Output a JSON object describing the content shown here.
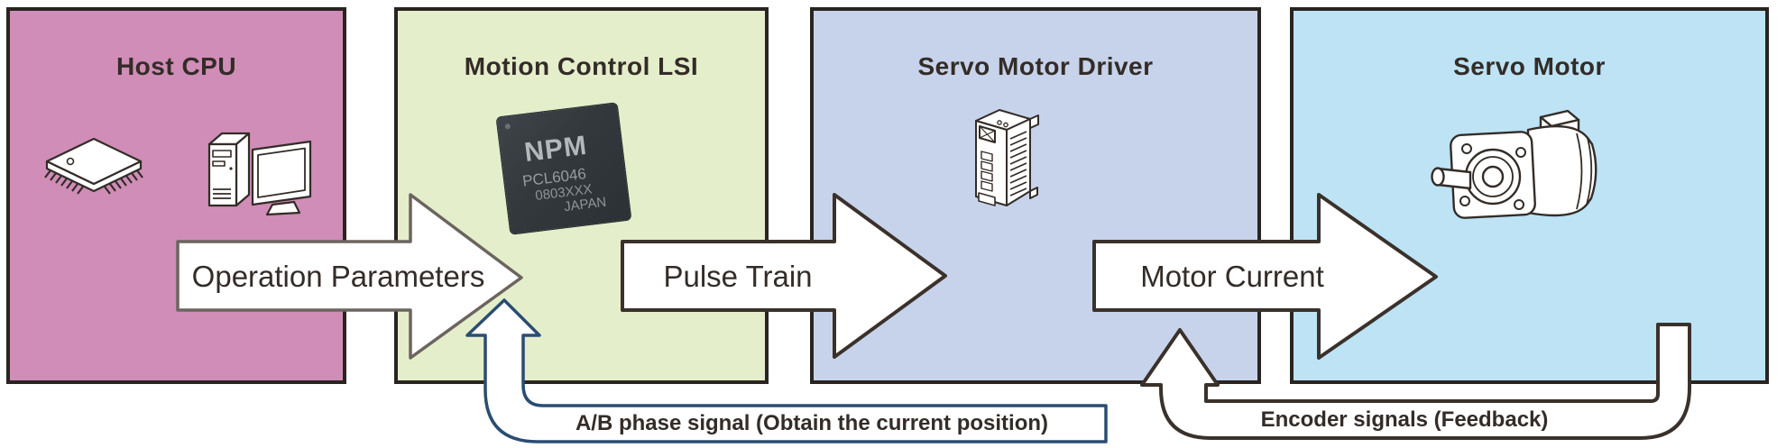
{
  "page": {
    "background": "#ffffff"
  },
  "boxes": [
    {
      "id": "host-cpu",
      "title": "Host CPU",
      "fill": "#cf8db7"
    },
    {
      "id": "motion-control-lsi",
      "title": "Motion Control LSI",
      "fill": "#e5eecb"
    },
    {
      "id": "servo-motor-driver",
      "title": "Servo Motor Driver",
      "fill": "#c7d3ea"
    },
    {
      "id": "servo-motor",
      "title": "Servo Motor",
      "fill": "#bde3f5"
    }
  ],
  "chip_label": {
    "brand": "NPM",
    "part": "PCL6046",
    "lot": "0803XXX",
    "country": "JAPAN"
  },
  "flow_arrows": [
    {
      "label": "Operation Parameters",
      "from": "Host CPU",
      "to": "Motion Control LSI"
    },
    {
      "label": "Pulse Train",
      "from": "Motion Control LSI",
      "to": "Servo Motor Driver"
    },
    {
      "label": "Motor Current",
      "from": "Servo Motor Driver",
      "to": "Servo Motor"
    }
  ],
  "feedback_arrows": [
    {
      "label": "A/B phase signal (Obtain the current position)",
      "from": "Servo Motor Driver",
      "to": "Motion Control LSI",
      "color": "#2a4d71"
    },
    {
      "label": "Encoder signals (Feedback)",
      "from": "Servo Motor",
      "to": "Servo Motor Driver",
      "color": "#3a312b"
    }
  ],
  "colors": {
    "box_border": "#2a2421",
    "arrow_fill": "#ffffff",
    "arrow_outline": "#3a312b",
    "arrow1_outline": "#6b645f",
    "ink": "#332c28"
  }
}
